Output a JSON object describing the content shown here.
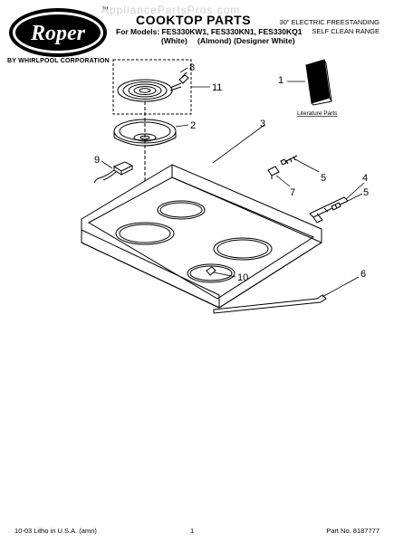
{
  "header": {
    "brand": "Roper",
    "trademark": "™",
    "corporation": "BY WHIRLPOOL CORPORATION",
    "watermark": "AppliancePartsPros.com",
    "title": "COOKTOP PARTS",
    "models": "For Models: FES330KW1, FES330KN1, FES330KQ1",
    "colors": [
      "(White)",
      "(Almond)",
      "(Designer White)"
    ],
    "range_line1": "30\" ELECTRIC FREESTANDING",
    "range_line2": "SELF CLEAN RANGE"
  },
  "callouts": [
    "1",
    "2",
    "3",
    "4",
    "5",
    "5",
    "6",
    "7",
    "8",
    "9",
    "10",
    "11"
  ],
  "literature_label": "Literature Parts",
  "footer": {
    "left": "10-03 Litho in U.S.A. (amn)",
    "page": "1",
    "part_no": "Part No. 8187777"
  }
}
